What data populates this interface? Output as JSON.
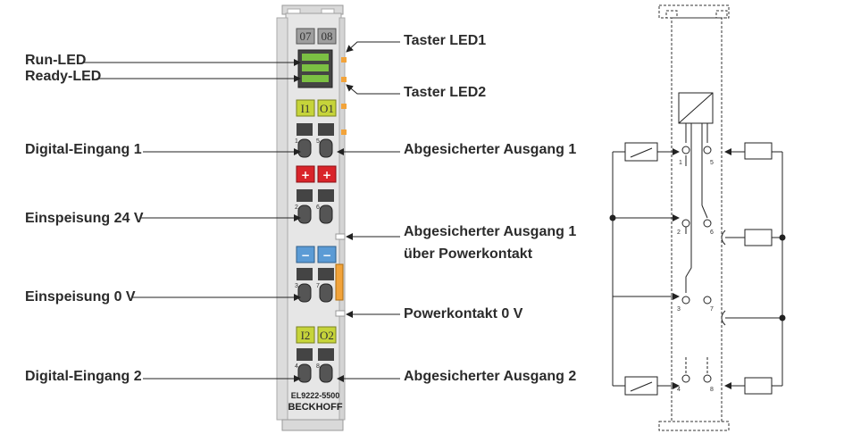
{
  "labels_left": {
    "run_led": "Run-LED",
    "ready_led": "Ready-LED",
    "digital_input_1": "Digital-Eingang 1",
    "supply_24v": "Einspeisung 24 V",
    "supply_0v": "Einspeisung 0 V",
    "digital_input_2": "Digital-Eingang 2"
  },
  "labels_right": {
    "button_led1": "Taster LED1",
    "button_led2": "Taster LED2",
    "fused_output_1": "Abgesicherter Ausgang 1",
    "fused_output_1_power_line1": "Abgesicherter Ausgang 1",
    "fused_output_1_power_line2": "über Powerkontakt",
    "power_contact_0v": "Powerkontakt 0 V",
    "fused_output_2": "Abgesicherter Ausgang 2"
  },
  "terminal": {
    "top_tabs": [
      "07",
      "08"
    ],
    "channel_top": [
      "I1",
      "O1"
    ],
    "channel_bottom": [
      "I2",
      "O2"
    ],
    "plus_symbol": "+",
    "minus_symbol": "−",
    "model": "EL9222-5500",
    "brand": "BECKHOFF",
    "contact_numbers": [
      "1",
      "5",
      "2",
      "6",
      "3",
      "7",
      "4",
      "8"
    ],
    "colors": {
      "housing": "#e6e6e6",
      "green_led": "#7bc043",
      "yellow_green": "#c6d43a",
      "red_block": "#d9242a",
      "blue_block": "#5b9bd5",
      "orange_contact": "#f2a33a"
    }
  },
  "schematic": {
    "pin_labels": [
      "1",
      "5",
      "2",
      "6",
      "3",
      "7",
      "4",
      "8"
    ]
  }
}
